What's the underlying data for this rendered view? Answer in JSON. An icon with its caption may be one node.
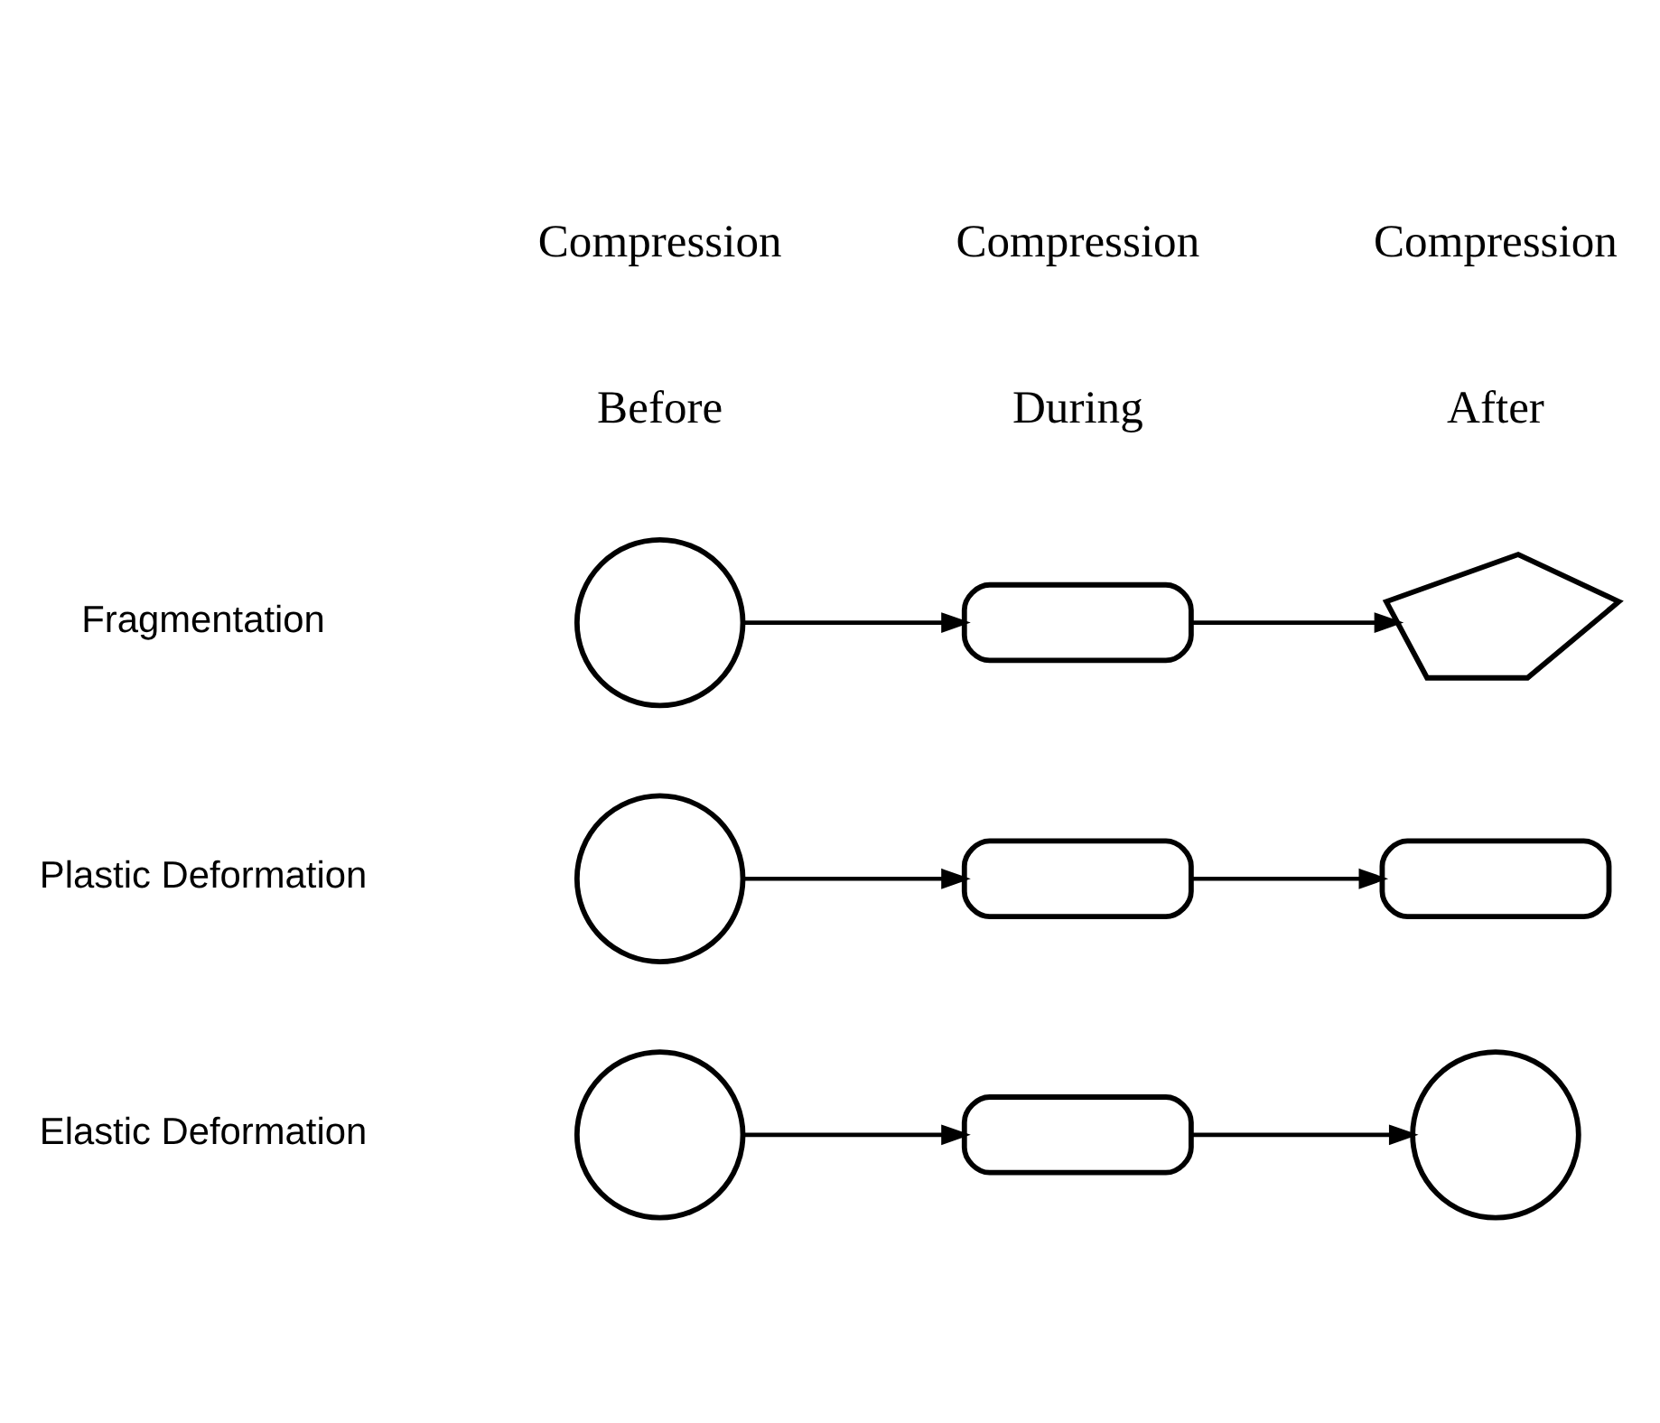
{
  "diagram": {
    "nodes": [
      {
        "text": [],
        "shape": "circle"
      },
      {
        "text": [],
        "shape": "capsule"
      },
      {
        "text": [],
        "shape": "circle"
      },
      {
        "text": [],
        "shape": "circle"
      },
      {
        "text": [],
        "shape": "capsule"
      },
      {
        "text": [],
        "shape": "capsule"
      },
      {
        "text": [],
        "shape": "circle"
      },
      {
        "text": [],
        "shape": "capsule"
      },
      {
        "text": [],
        "shape": "fragments"
      }
    ],
    "edges": [
      {
        "from": 0,
        "to": 1,
        "arrow": "to"
      },
      {
        "from": 1,
        "to": 2,
        "arrow": "to"
      },
      {
        "from": 3,
        "to": 4,
        "arrow": "to"
      },
      {
        "from": 4,
        "to": 5,
        "arrow": "to"
      },
      {
        "from": 6,
        "to": 7,
        "arrow": "to"
      },
      {
        "from": 7,
        "to": 8,
        "arrow": "to"
      }
    ],
    "labels": [
      "Before",
      "During",
      "After",
      "Compression",
      "Compression",
      "Compression",
      "Elastic Deformation",
      "Plastic Deformation",
      "Fragmentation"
    ]
  }
}
